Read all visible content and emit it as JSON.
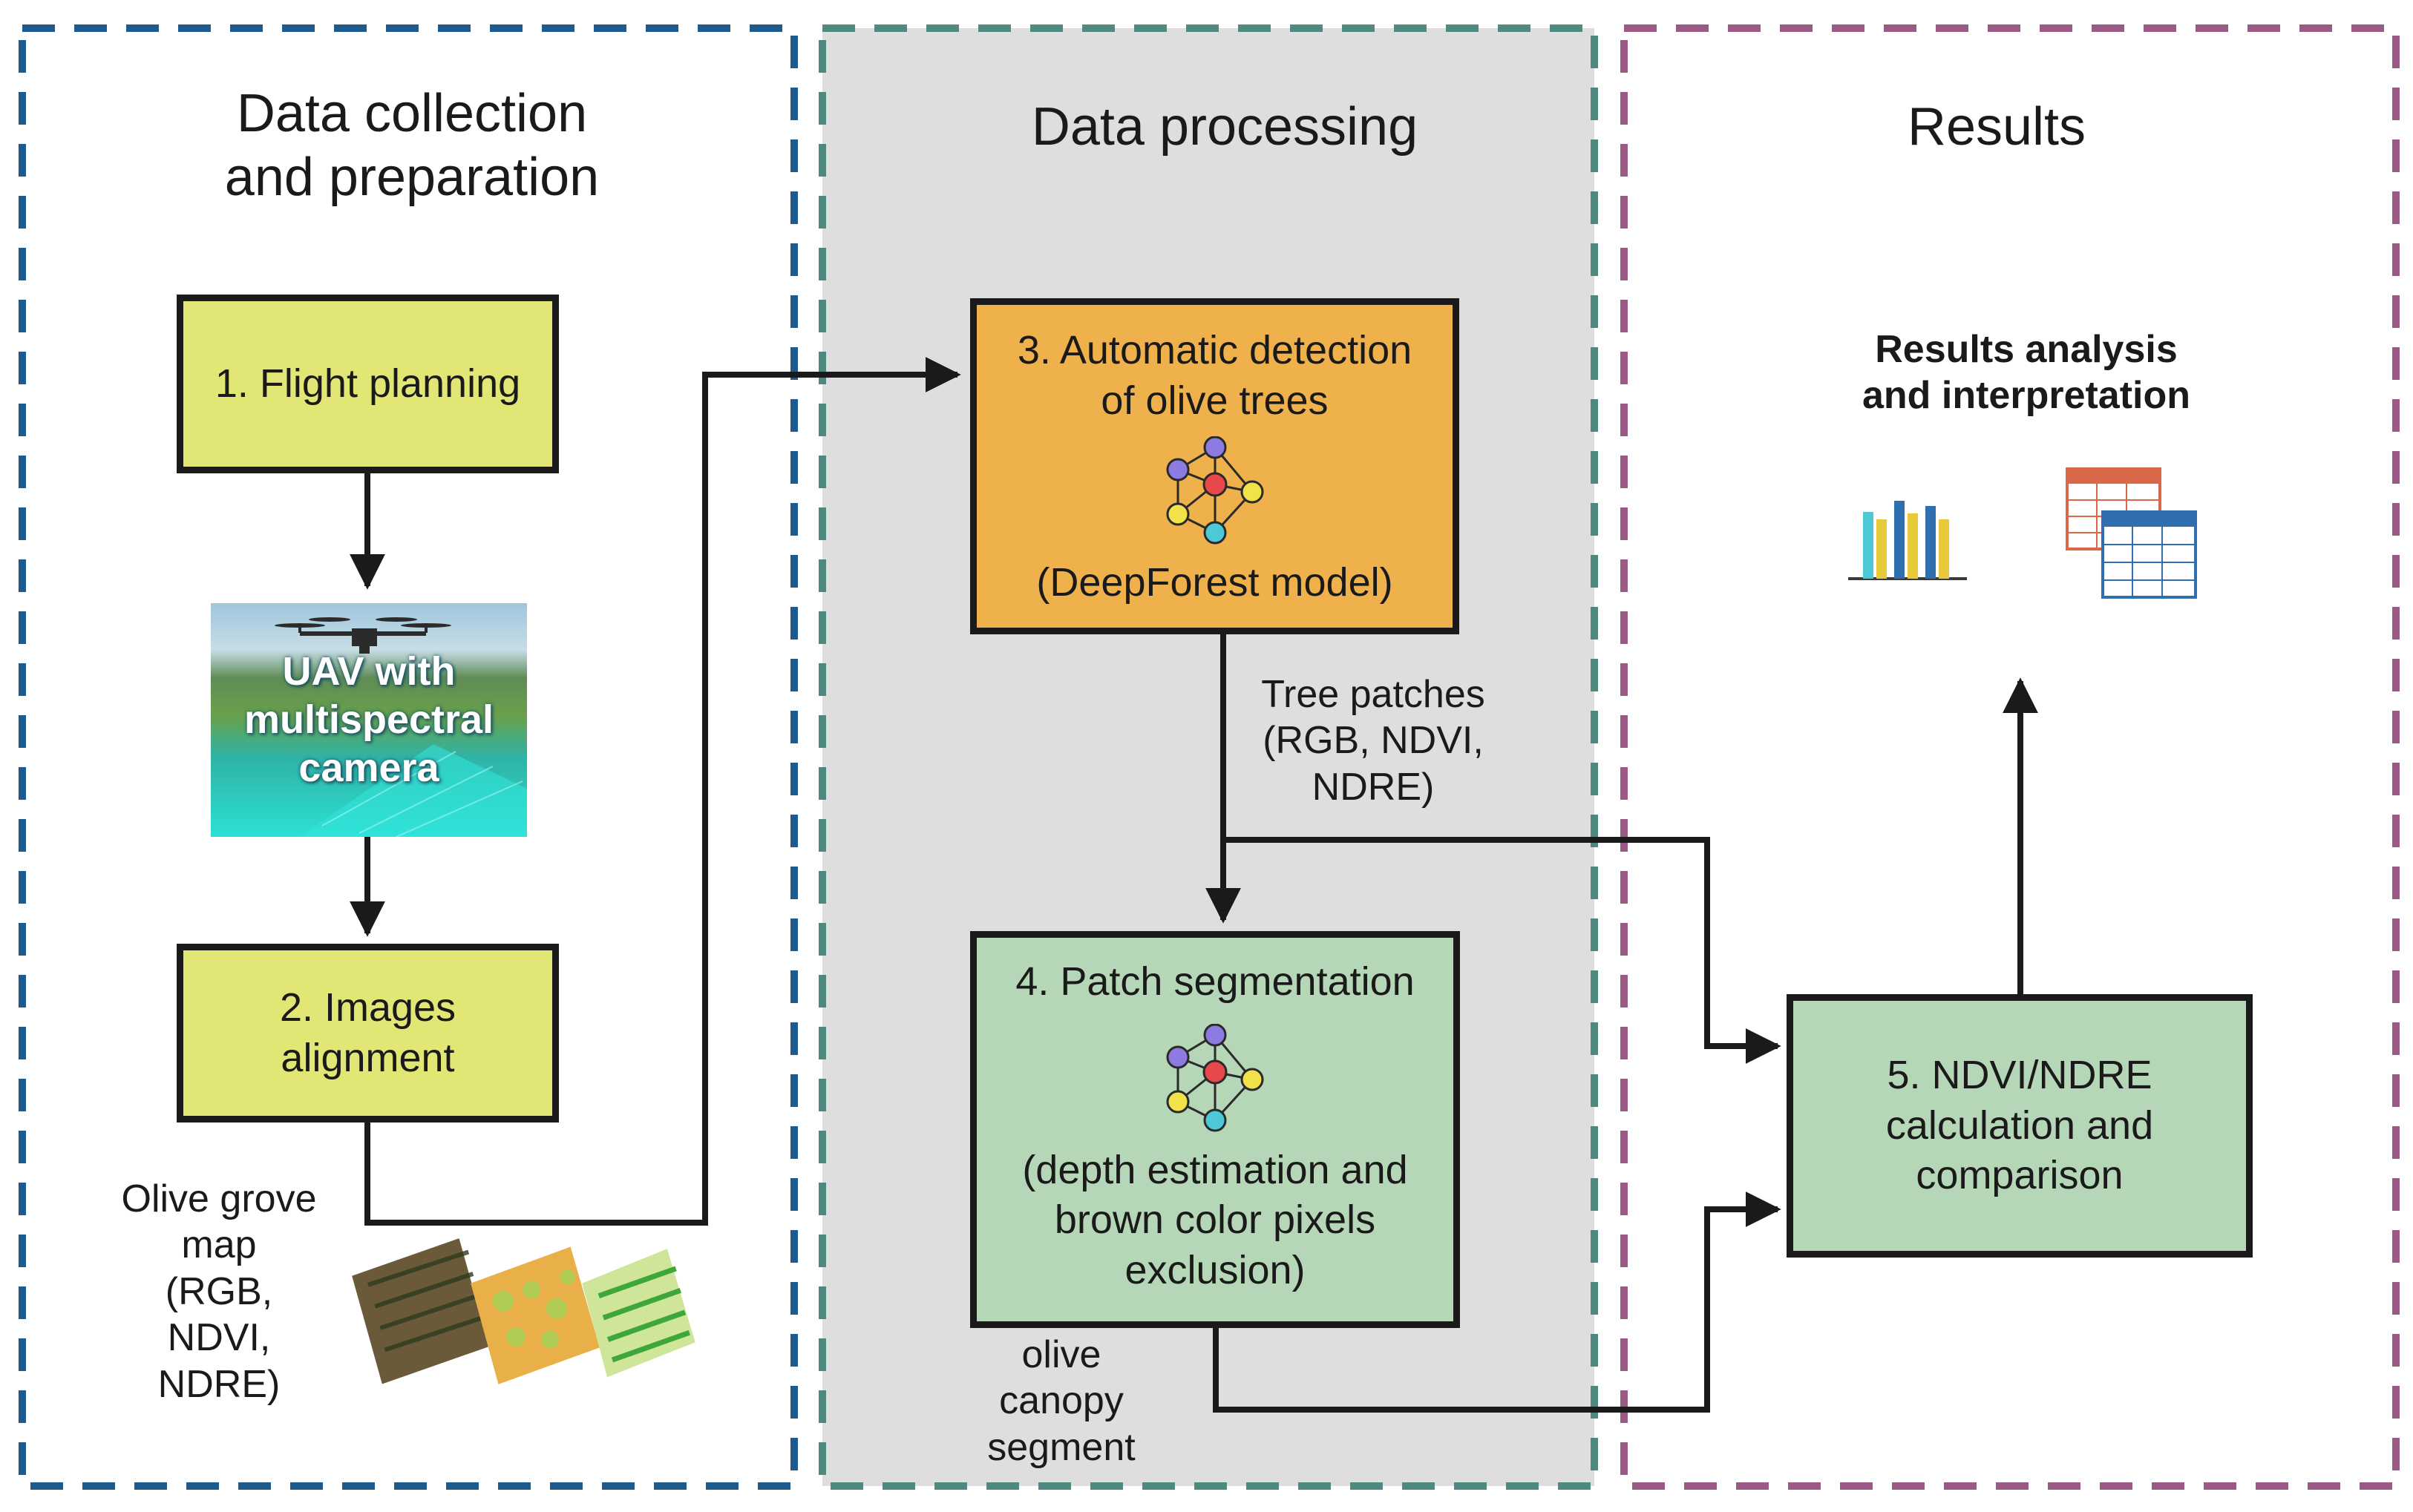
{
  "panels": {
    "collection": {
      "title": "Data collection\nand preparation",
      "border_color": "#1d5a8e"
    },
    "processing": {
      "title": "Data processing",
      "border_color": "#4f8a80",
      "background": "#dedede"
    },
    "results": {
      "title": "Results",
      "border_color": "#9a5a85"
    }
  },
  "boxes": {
    "flight_planning": "1. Flight planning",
    "images_alignment": "2. Images\nalignment",
    "detection_title": "3. Automatic detection\nof olive trees",
    "detection_sub": "(DeepForest model)",
    "segmentation_title": "4. Patch segmentation",
    "segmentation_sub": "(depth estimation and\nbrown color pixels\nexclusion)",
    "ndvi_calc": "5. NDVI/NDRE\ncalculation and\ncomparison"
  },
  "uav_photo": {
    "caption": "UAV with\nmultispectral\ncamera"
  },
  "labels": {
    "olive_grove_map": "Olive grove\nmap\n(RGB,\nNDVI,\nNDRE)",
    "tree_patches": "Tree patches\n(RGB, NDVI,\nNDRE)",
    "olive_canopy": "olive\ncanopy\nsegment",
    "results_analysis": "Results analysis\nand interpretation"
  },
  "icons": [
    "neural-network-icon",
    "bar-chart-icon",
    "spreadsheet-icon",
    "drone-icon",
    "orthomosaic-map-icon"
  ],
  "colors": {
    "yellow_box": "#e2e674",
    "orange_box": "#efb14b",
    "green_box": "#b5d6b7",
    "arrow": "#1a1a1a"
  }
}
